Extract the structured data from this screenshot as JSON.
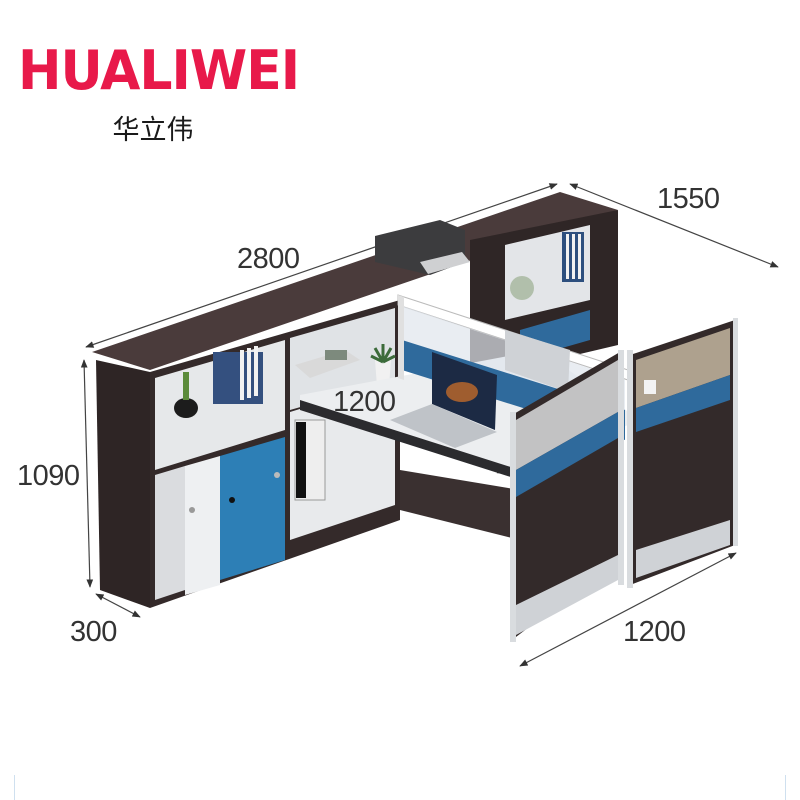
{
  "brand": {
    "name_en": "HUALIWEI",
    "name_cn": "华立伟",
    "color": "#e8194a"
  },
  "product": {
    "description": "Office workstation cubicle with storage cabinets, printer, laptop, partitions",
    "colors": {
      "wood_dark": "#3b2f2f",
      "panel_blue": "#2f6a9c",
      "door_blue": "#2d7fb6",
      "white_panel": "#e9ecef",
      "aluminum": "#c9ccd1"
    }
  },
  "dimensions": {
    "length_back": "2800",
    "depth_right": "1550",
    "height": "1090",
    "cabinet_depth": "300",
    "desk_width": "1200",
    "partition_width": "1200"
  }
}
